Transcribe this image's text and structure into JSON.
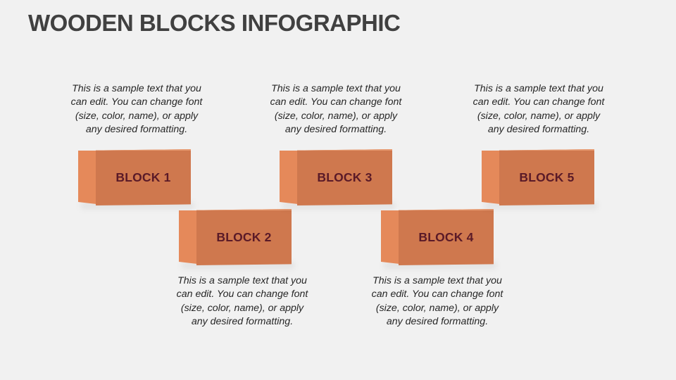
{
  "title": "WOODEN BLOCKS INFOGRAPHIC",
  "colors": {
    "background": "#f1f1f1",
    "title": "#404040",
    "block_front": "#cf784e",
    "block_side": "#e5895a",
    "block_label": "#5a1a28",
    "paragraph": "#262626"
  },
  "blocks": [
    {
      "label": "BLOCK 1",
      "text_lines": [
        "This is a sample text that you",
        "can edit. You can change font",
        "(size, color, name), or apply",
        "any desired formatting."
      ]
    },
    {
      "label": "BLOCK 2",
      "text_lines": [
        "This is a sample text that you",
        "can edit. You can change font",
        "(size, color, name), or apply",
        "any desired formatting."
      ]
    },
    {
      "label": "BLOCK 3",
      "text_lines": [
        "This is a sample text that you",
        "can edit. You can change font",
        "(size, color, name), or apply",
        "any desired formatting."
      ]
    },
    {
      "label": "BLOCK 4",
      "text_lines": [
        "This is a sample text that you",
        "can edit. You can change font",
        "(size, color, name), or apply",
        "any desired formatting."
      ]
    },
    {
      "label": "BLOCK 5",
      "text_lines": [
        "This is a sample text that you",
        "can edit. You can change font",
        "(size, color, name), or apply",
        "any desired formatting."
      ]
    }
  ]
}
